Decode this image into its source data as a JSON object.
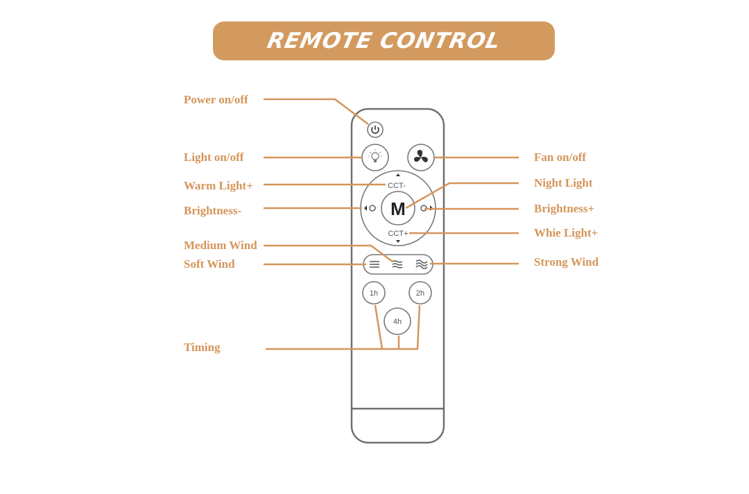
{
  "title": "REMOTE CONTROL",
  "labels": {
    "power": "Power on/off",
    "light": "Light on/off",
    "warm_light": "Warm Light+",
    "brightness_minus": "Brightness-",
    "medium_wind": "Medium Wind",
    "soft_wind": "Soft Wind",
    "timing": "Timing",
    "fan": "Fan on/off",
    "night_light": "Night Light",
    "brightness_plus": "Brightness+",
    "white_light": "Whie Light+",
    "strong_wind": "Strong Wind"
  },
  "remote": {
    "cct_minus": "CCT-",
    "cct_plus": "CCT+",
    "mode": "M",
    "timer_1": "1h",
    "timer_2": "2h",
    "timer_4": "4h"
  },
  "colors": {
    "accent": "#d39a5f",
    "label": "#d4955a"
  }
}
